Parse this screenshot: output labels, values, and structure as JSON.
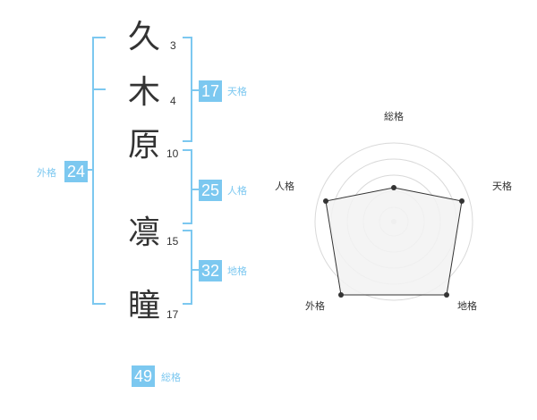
{
  "name": {
    "chars": [
      {
        "char": "久",
        "strokes": "3"
      },
      {
        "char": "木",
        "strokes": "4"
      },
      {
        "char": "原",
        "strokes": "10"
      },
      {
        "char": "凛",
        "strokes": "15"
      },
      {
        "char": "瞳",
        "strokes": "17"
      }
    ]
  },
  "kaku": {
    "tenkaku": {
      "value": "17",
      "label": "天格"
    },
    "jinkaku": {
      "value": "25",
      "label": "人格"
    },
    "chikaku": {
      "value": "32",
      "label": "地格"
    },
    "gaikaku": {
      "value": "24",
      "label": "外格"
    },
    "soukaku": {
      "value": "49",
      "label": "総格"
    }
  },
  "radar": {
    "labels": {
      "soukaku": "総格",
      "tenkaku": "天格",
      "chikaku": "地格",
      "gaikaku": "外格",
      "jinkaku": "人格"
    },
    "colors": {
      "fill": "#f2f2f2",
      "ring": "#d9d9d9",
      "line": "#333333",
      "point": "#333333"
    }
  }
}
